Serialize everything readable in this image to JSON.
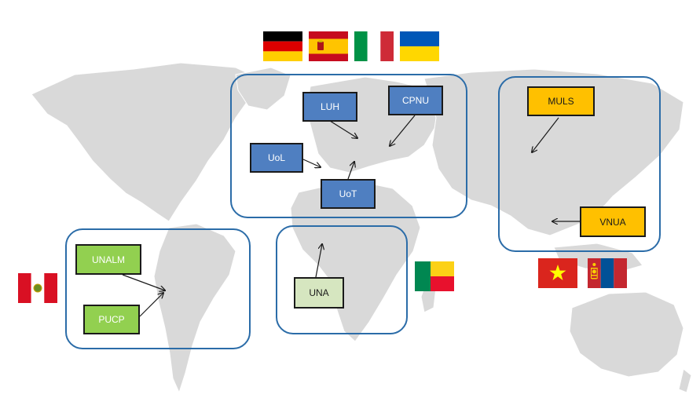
{
  "institutions": {
    "luh": "LUH",
    "cpnu": "CPNU",
    "uol": "UoL",
    "uot": "UoT",
    "muls": "MULS",
    "vnua": "VNUA",
    "unalm": "UNALM",
    "pucp": "PUCP",
    "una": "UNA"
  },
  "flags": [
    "germany-flag",
    "spain-flag",
    "italy-flag",
    "ukraine-flag",
    "peru-flag",
    "benin-flag",
    "vietnam-flag",
    "mongolia-flag"
  ],
  "colors": {
    "europe": "#4f7fc1",
    "asia": "#ffc000",
    "south_america": "#92d050",
    "africa": "#d6e6c0",
    "region_border": "#2b6ca8",
    "land": "#d9d9d9"
  }
}
